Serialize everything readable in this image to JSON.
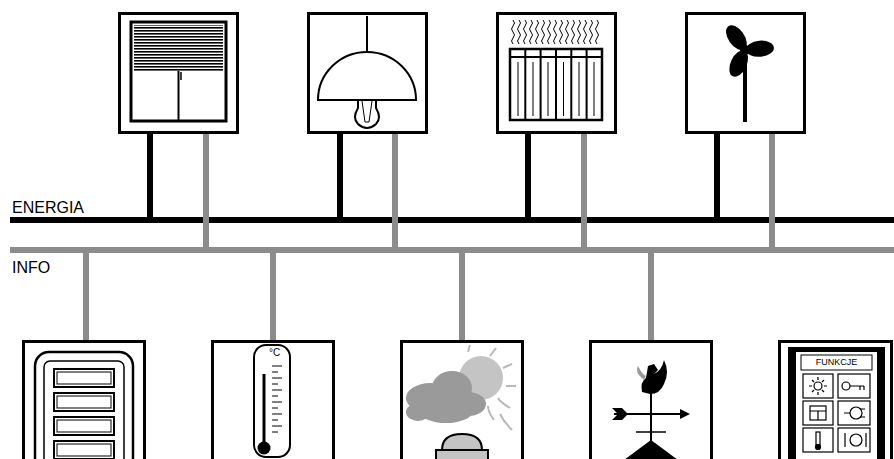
{
  "diagram": {
    "labels": [
      "ENERGIA",
      "INFO",
      "°C",
      "FUNKCJE"
    ]
  }
}
